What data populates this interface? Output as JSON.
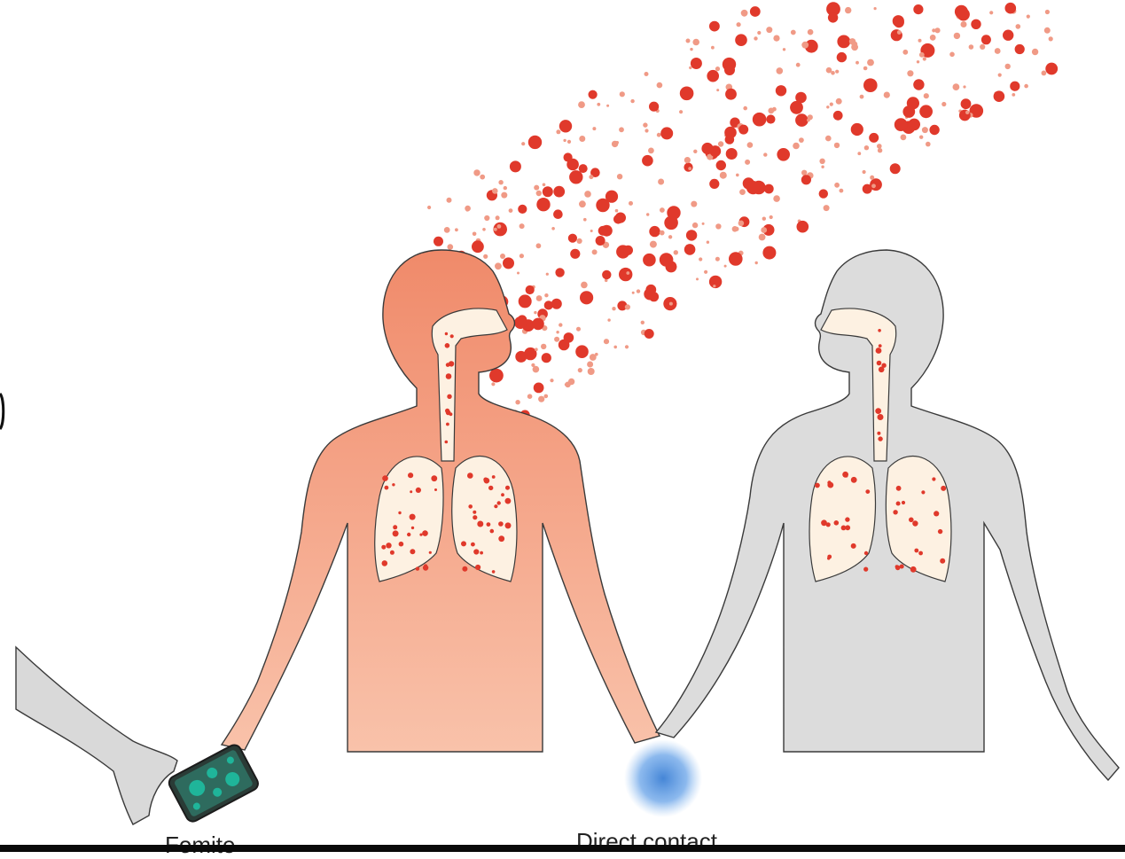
{
  "labels": {
    "fomite": "Fomite",
    "direct_contact": "Direct contact"
  },
  "colors": {
    "infected_body": "#f08a6a",
    "infected_body_light": "#f7b8a0",
    "healthy_body": "#d9d9d9",
    "airway_fill": "#fdf1e2",
    "droplet_red": "#e0392b",
    "droplet_light": "#f09a86",
    "phone_screen": "#2e6b5e",
    "phone_dots": "#1fb59a",
    "contact_glow": "#3b7fd4",
    "outline": "#3a3a3a",
    "bottom_bar": "#0a0a0a"
  },
  "icons": [
    "phone-icon",
    "droplet-cloud",
    "contact-glow"
  ]
}
